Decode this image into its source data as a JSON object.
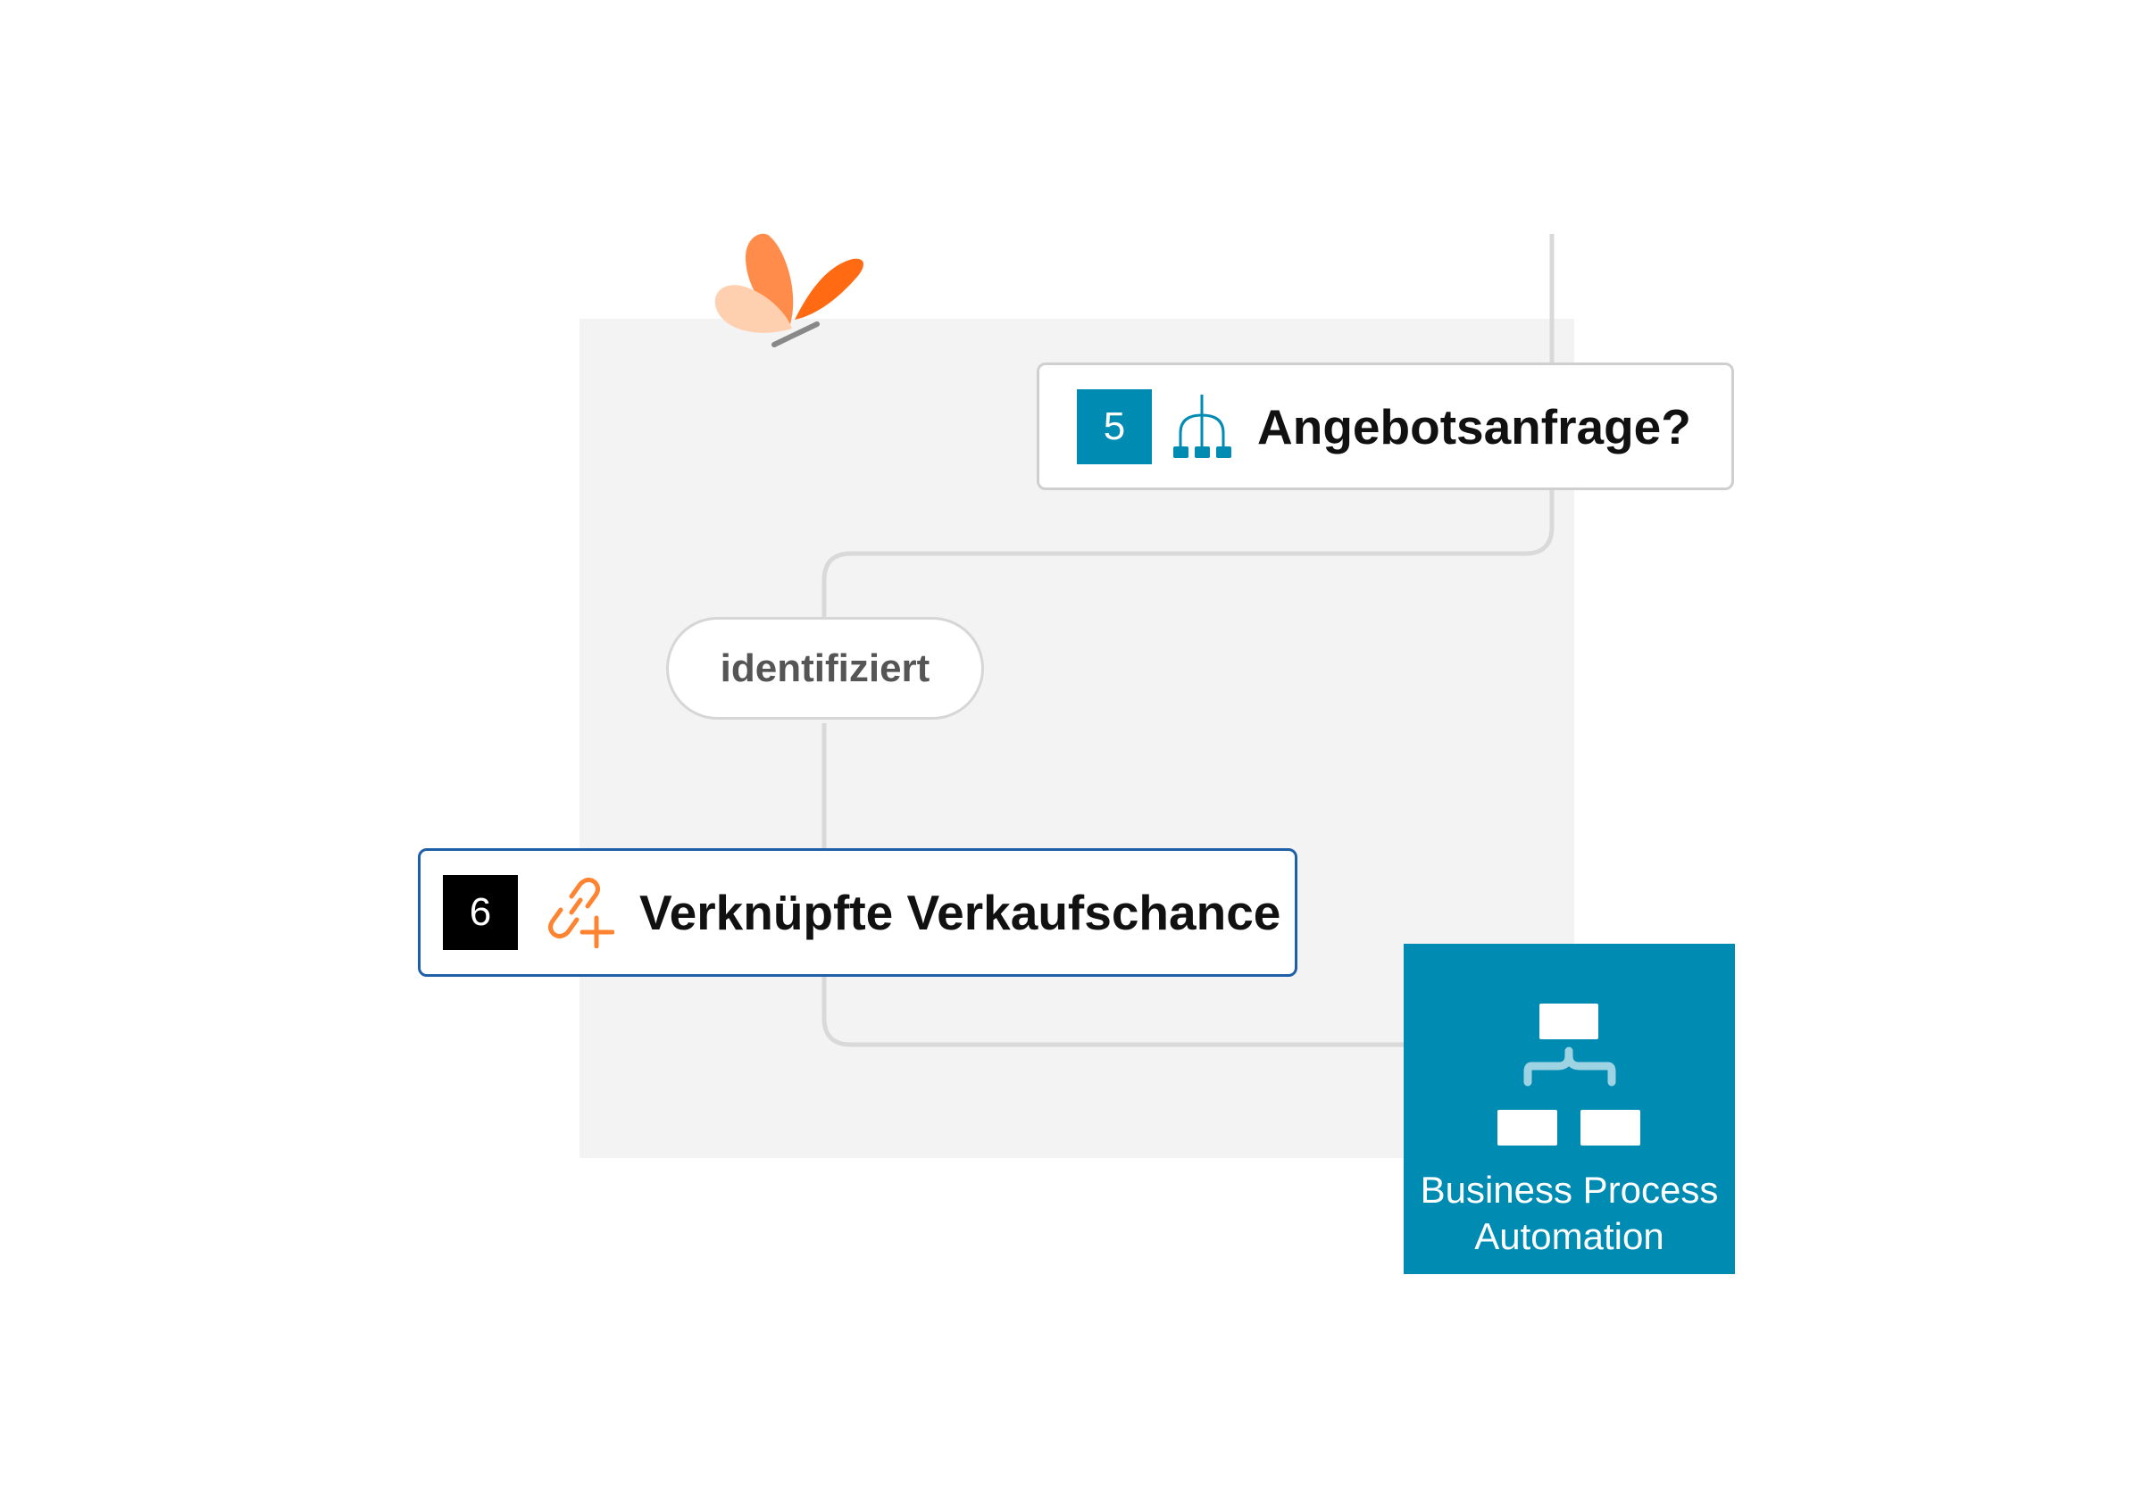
{
  "nodes": [
    {
      "number": "5",
      "label": "Angebotsanfrage?",
      "icon": "branch-condition-icon",
      "badge_color": "#008bb3"
    },
    {
      "number": "6",
      "label": "Verknüpfte Verkaufschance",
      "icon": "link-add-icon",
      "badge_color": "#000000",
      "border_color": "#1f5fa8"
    }
  ],
  "connector_label": "identifiziert",
  "tile": {
    "line1": "Business Process",
    "line2": "Automation",
    "icon": "org-chart-icon",
    "color": "#008bb3"
  },
  "logo": {
    "icon": "butterfly-logo-icon"
  }
}
